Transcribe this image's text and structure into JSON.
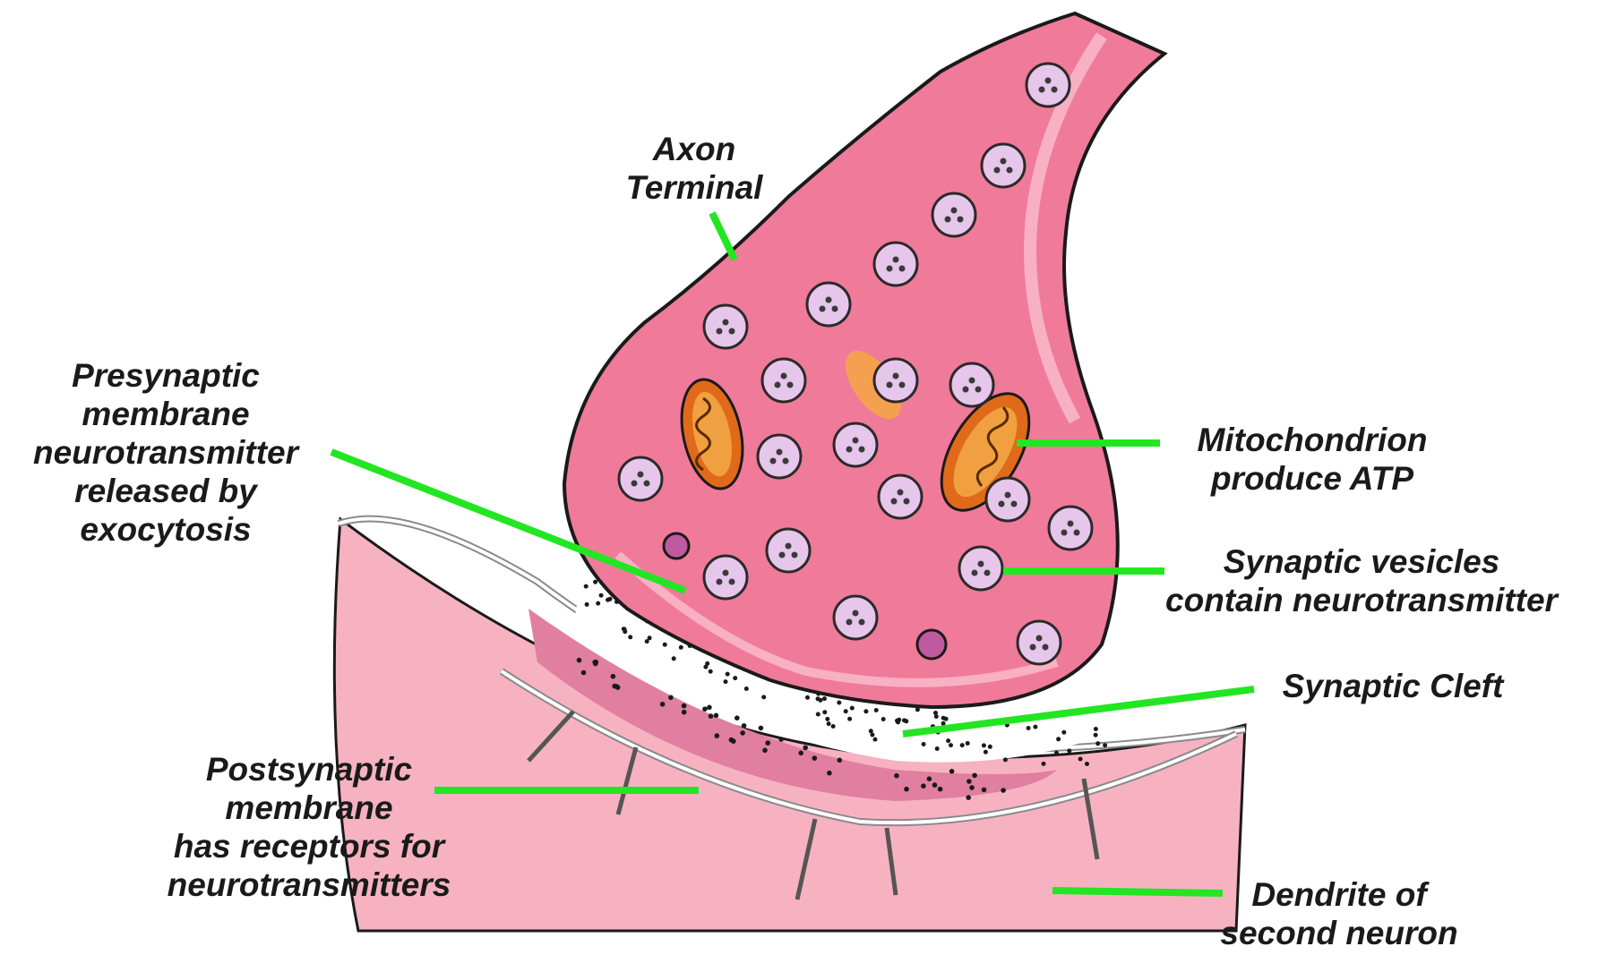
{
  "labels": {
    "axon_terminal": [
      "Axon",
      "Terminal"
    ],
    "presynaptic": [
      "Presynaptic",
      "membrane",
      "neurotransmitter",
      "released by",
      "exocytosis"
    ],
    "mitochondrion": [
      "Mitochondrion",
      "produce ATP"
    ],
    "vesicles": [
      "Synaptic vesicles",
      "contain neurotransmitter"
    ],
    "cleft": [
      "Synaptic Cleft"
    ],
    "postsynaptic": [
      "Postsynaptic",
      "membrane",
      "has receptors for",
      "neurotransmitters"
    ],
    "dendrite": [
      "Dendrite of",
      "second neuron"
    ]
  },
  "colors": {
    "leader_line": "#22e622",
    "terminal_fill": "#f07a9a",
    "terminal_light": "#f8b0c4",
    "outline": "#1a1a1a",
    "dendrite_fill": "#f7b2c2",
    "postsyn_band": "#e07fa0",
    "vesicle": "#e6c6ea",
    "mito_outer": "#e06a1a",
    "mito_inner": "#f0a040",
    "cleft": "#ffffff"
  }
}
